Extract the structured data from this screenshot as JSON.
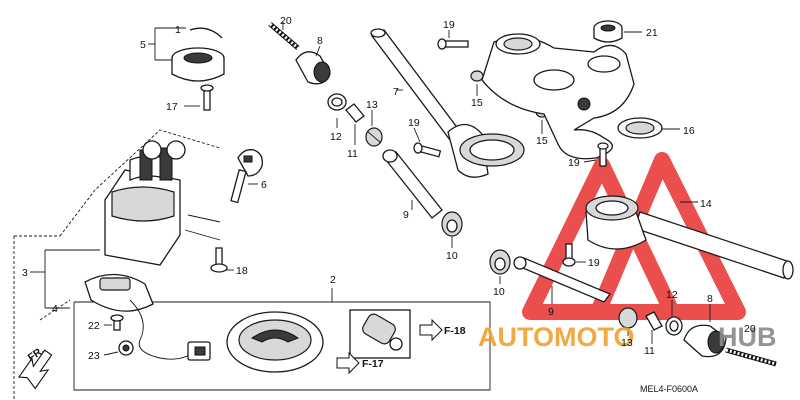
{
  "callouts": {
    "c1": "1",
    "c2": "2",
    "c3": "3",
    "c4": "4",
    "c5": "5",
    "c6": "6",
    "c7": "7",
    "c8a": "8",
    "c8b": "8",
    "c9a": "9",
    "c9b": "9",
    "c10a": "10",
    "c10b": "10",
    "c11a": "11",
    "c11b": "11",
    "c12a": "12",
    "c12b": "12",
    "c13a": "13",
    "c13b": "13",
    "c14": "14",
    "c15a": "15",
    "c15b": "15",
    "c16": "16",
    "c17": "17",
    "c18": "18",
    "c19a": "19",
    "c19b": "19",
    "c19c": "19",
    "c19d": "19",
    "c20a": "20",
    "c20b": "20",
    "c21": "21",
    "c22": "22",
    "c23": "23"
  },
  "refs": {
    "f18": "F-18",
    "f17": "F-17",
    "fr": "FR."
  },
  "diagram_code": "MEL4-F0600A",
  "watermark": {
    "text_orange": "AUTOMOTO",
    "text_grey": "HUB",
    "color_red": "#e8312f",
    "color_orange": "#f0a030",
    "color_grey": "#8a8a8a"
  }
}
